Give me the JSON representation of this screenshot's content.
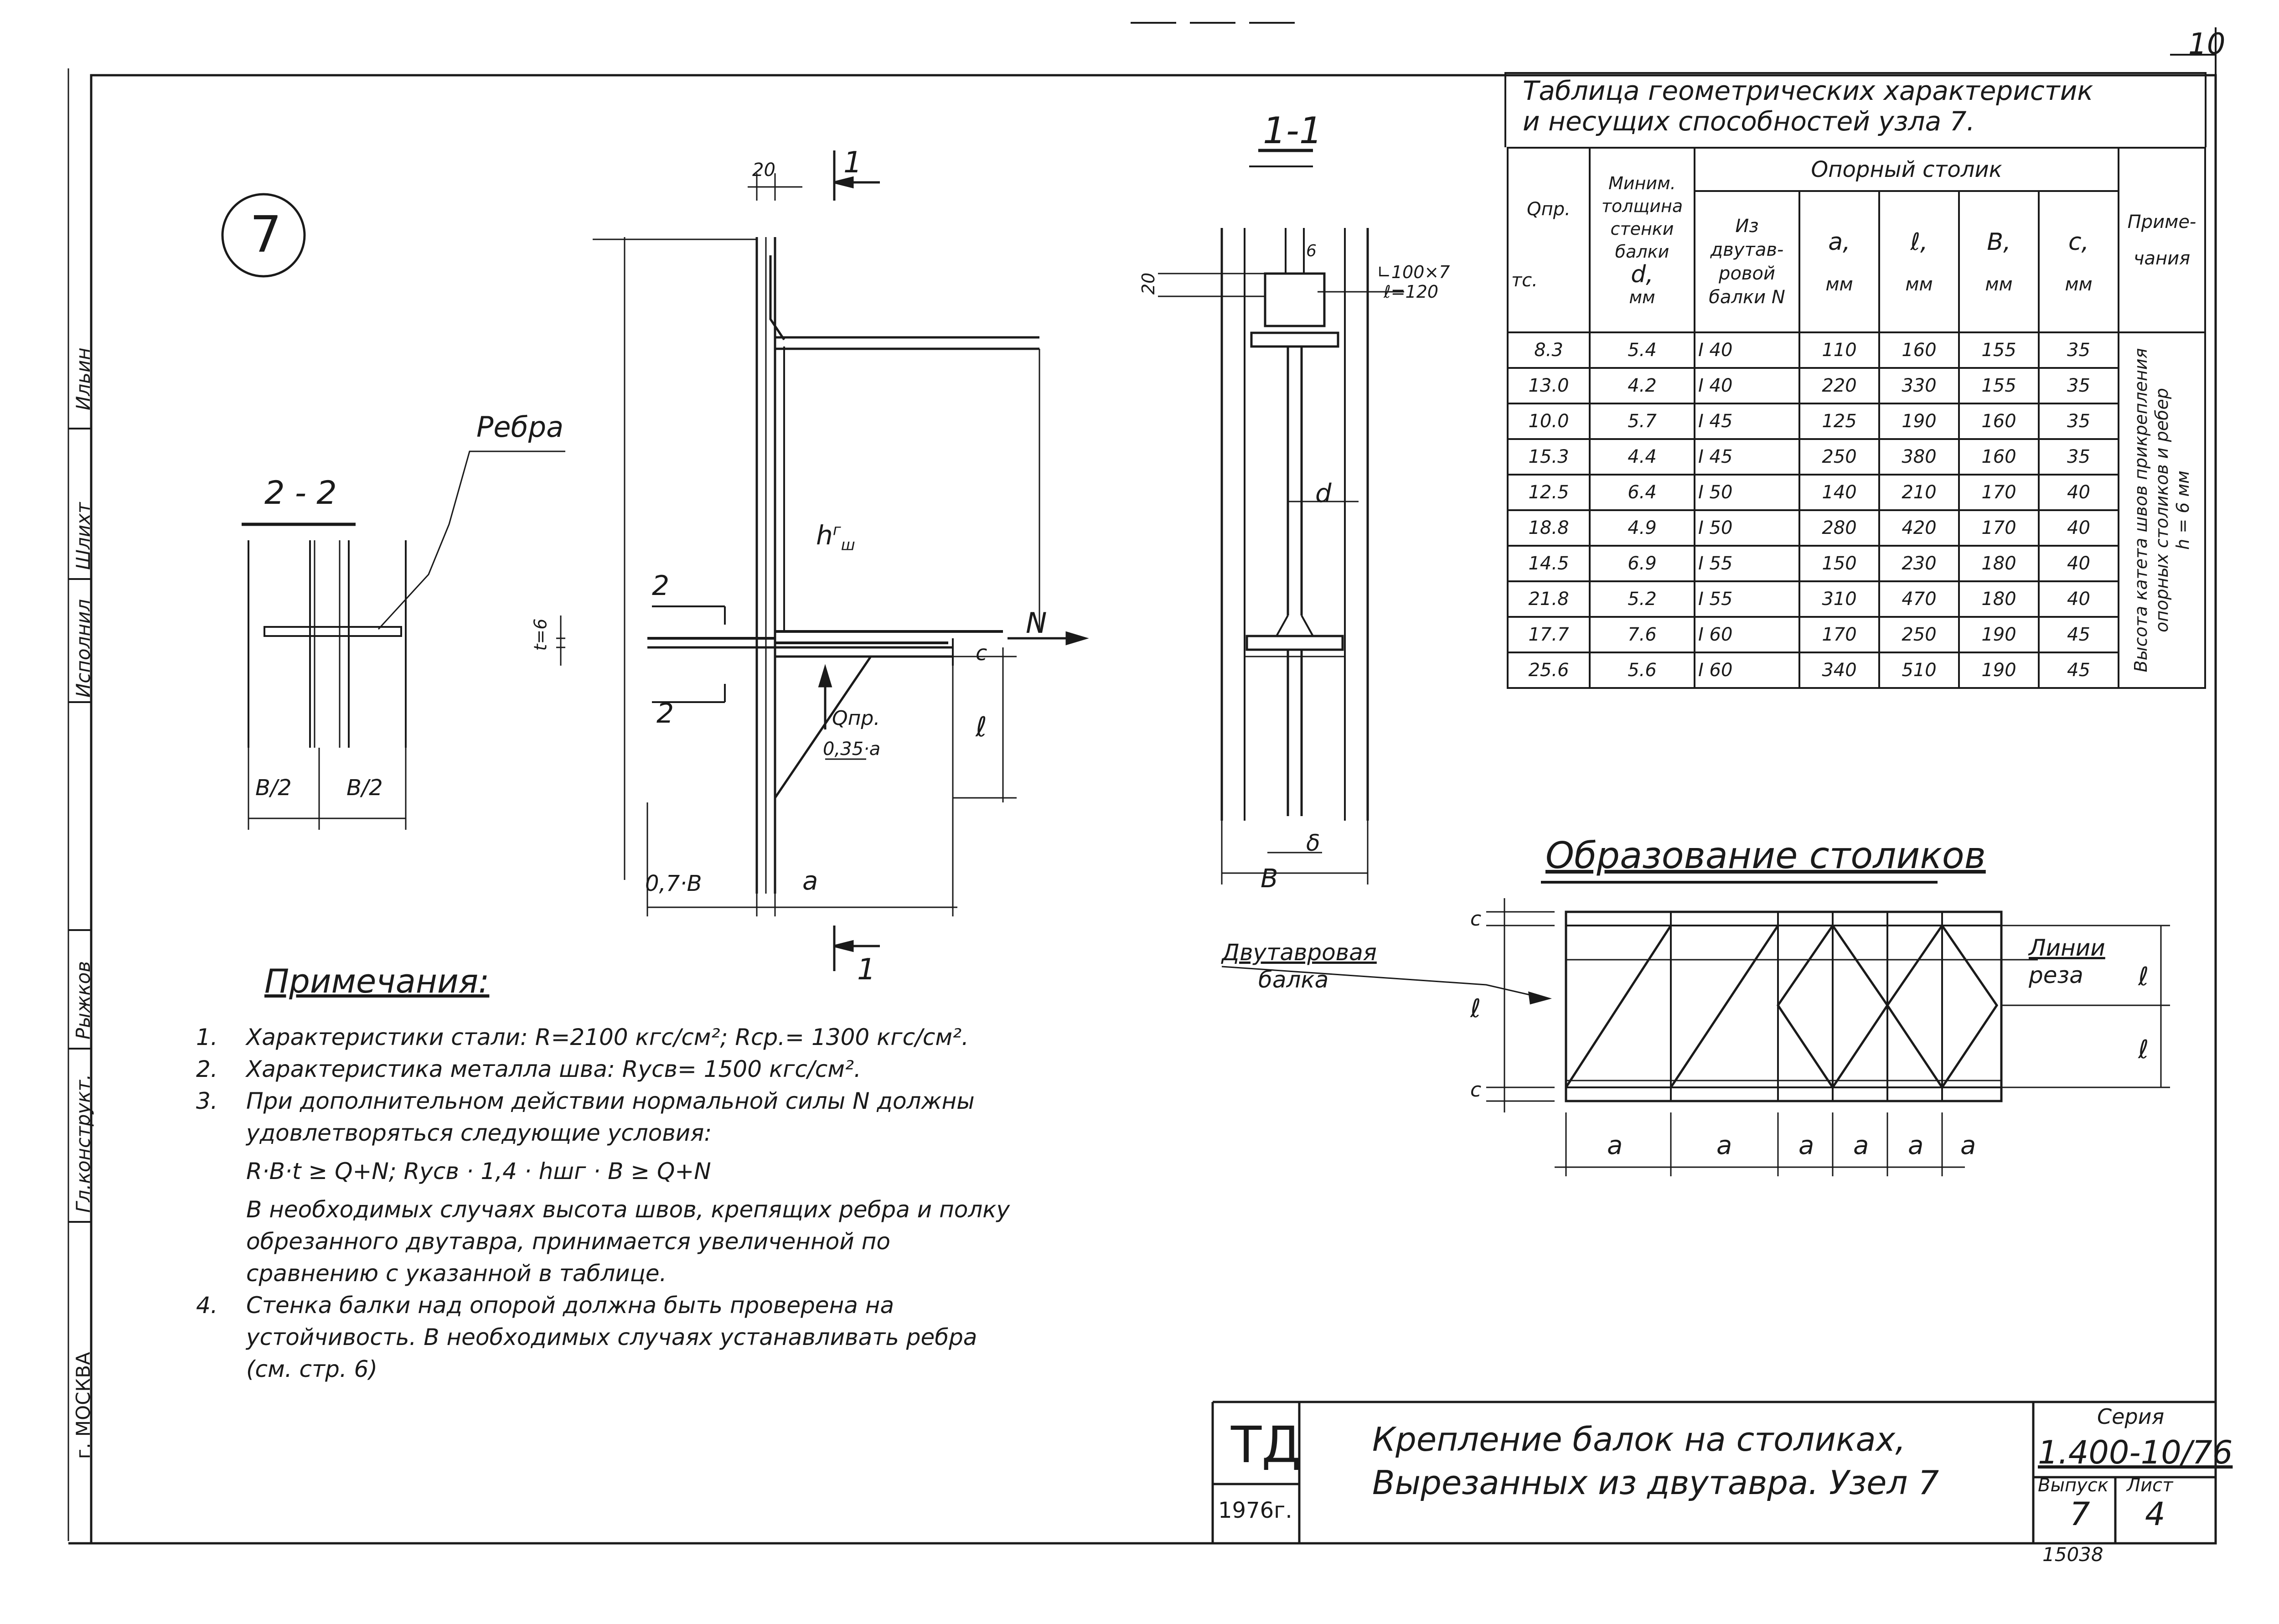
{
  "page": {
    "sheet_corner": "10",
    "node_number": "7",
    "section_2": "2 - 2",
    "section_1": "1-1",
    "sheet_code": "15038"
  },
  "side_stamps": [
    {
      "label": "Исполнил",
      "sign": ""
    },
    {
      "label": "Шлихт",
      "sign": ""
    },
    {
      "label": "",
      "sign": "Ильин"
    },
    {
      "label": "Рыжков",
      "sign": ""
    },
    {
      "label": "Гл.конструкт.",
      "sign": ""
    },
    {
      "label": "г. МОСКВА",
      "sign": ""
    }
  ],
  "drawing_labels": {
    "rebra": "Ребра",
    "n_force": "N",
    "q_pr": "Qпр.",
    "ecc": "0,35·a",
    "t6": "t=6",
    "hw": "h",
    "hw_sup": "г",
    "hw_sub": "ш",
    "dim20_top": "20",
    "dim20_side": "20",
    "dim_07b": "0,7·B",
    "dim_a": "a",
    "dim_l": "ℓ",
    "dim_c": "c",
    "b2_left": "B/2",
    "b2_right": "B/2",
    "angle": "∟100×7",
    "angle_len": "ℓ=120",
    "web_d": "d",
    "flange_b": "B",
    "web_delta": "δ",
    "cut_1a": "1",
    "cut_1b": "1",
    "cut_2a": "2",
    "cut_2b": "2",
    "six": "6"
  },
  "cutting": {
    "title": "Образование столиков",
    "beam_label_1": "Двутавровая",
    "beam_label_2": "балка",
    "cut_label_1": "Линии",
    "cut_label_2": "реза",
    "dims_a": [
      "a",
      "a",
      "a",
      "a",
      "a",
      "a"
    ],
    "c_top": "c",
    "c_bottom": "c",
    "l_left": "ℓ",
    "l_right_1": "ℓ",
    "l_right_2": "ℓ"
  },
  "table": {
    "title_line1": "Таблица геометрических характеристик",
    "title_line2": "и несущих способностей узла 7.",
    "headers": {
      "q": "Qпр.",
      "q_unit": "тс.",
      "min_web_1": "Миним.",
      "min_web_2": "толщина",
      "min_web_3": "стенки",
      "min_web_4": "балки",
      "min_web_sym": "d,",
      "min_web_unit": "мм",
      "support": "Опорный столик",
      "from_beam_1": "Из двутав-",
      "from_beam_2": "ровой",
      "from_beam_3": "балки N",
      "a": "a,",
      "l": "ℓ,",
      "b": "B,",
      "c": "c,",
      "mm": "мм",
      "remarks_1": "Приме-",
      "remarks_2": "чания"
    },
    "rows": [
      {
        "q": "8.3",
        "d": "5.4",
        "n": "I 40",
        "a": "110",
        "l": "160",
        "b": "155",
        "c": "35"
      },
      {
        "q": "13.0",
        "d": "4.2",
        "n": "I 40",
        "a": "220",
        "l": "330",
        "b": "155",
        "c": "35"
      },
      {
        "q": "10.0",
        "d": "5.7",
        "n": "I 45",
        "a": "125",
        "l": "190",
        "b": "160",
        "c": "35"
      },
      {
        "q": "15.3",
        "d": "4.4",
        "n": "I 45",
        "a": "250",
        "l": "380",
        "b": "160",
        "c": "35"
      },
      {
        "q": "12.5",
        "d": "6.4",
        "n": "I 50",
        "a": "140",
        "l": "210",
        "b": "170",
        "c": "40"
      },
      {
        "q": "18.8",
        "d": "4.9",
        "n": "I 50",
        "a": "280",
        "l": "420",
        "b": "170",
        "c": "40"
      },
      {
        "q": "14.5",
        "d": "6.9",
        "n": "I 55",
        "a": "150",
        "l": "230",
        "b": "180",
        "c": "40"
      },
      {
        "q": "21.8",
        "d": "5.2",
        "n": "I 55",
        "a": "310",
        "l": "470",
        "b": "180",
        "c": "40"
      },
      {
        "q": "17.7",
        "d": "7.6",
        "n": "I 60",
        "a": "170",
        "l": "250",
        "b": "190",
        "c": "45"
      },
      {
        "q": "25.6",
        "d": "5.6",
        "n": "I 60",
        "a": "340",
        "l": "510",
        "b": "190",
        "c": "45"
      }
    ],
    "remark_text_1": "Высота катета швов прикрепления",
    "remark_text_2": "опорных столиков и ребер",
    "remark_text_3": "h = 6 мм"
  },
  "notes": {
    "heading": "Примечания:",
    "items": [
      {
        "num": "1.",
        "text": "Характеристики   стали: R=2100 кгс/см²;  Rср.= 1300 кгс/см²."
      },
      {
        "num": "2.",
        "text": "Характеристика металла шва:  Rусв= 1500 кгс/см²."
      },
      {
        "num": "3.",
        "text": "При дополнительном действии нормальной силы N должны удовлетворяться следующие условия:"
      },
      {
        "num": "",
        "text": "R·B·t ≥ Q+N;     Rусв · 1,4 · hшг · B ≥ Q+N"
      },
      {
        "num": "",
        "text": "В необходимых случаях высота швов, крепящих ребра и полку обрезанного двутавра, принимается увеличенной по сравнению с указанной в таблице."
      },
      {
        "num": "4.",
        "text": "Стенка балки над опорой должна быть проверена на устойчивость. В необходимых случаях устанавливать ребра (см. стр. 6)"
      }
    ]
  },
  "stamp": {
    "org": "ТД",
    "year": "1976г.",
    "title_1": "Крепление   балок   на  столиках,",
    "title_2": "Вырезанных  из  двутавра.  Узел 7",
    "series_label": "Серия",
    "series": "1.400-10/76",
    "issue_label": "Выпуск",
    "issue": "7",
    "sheet_label": "Лист",
    "sheet": "4"
  }
}
